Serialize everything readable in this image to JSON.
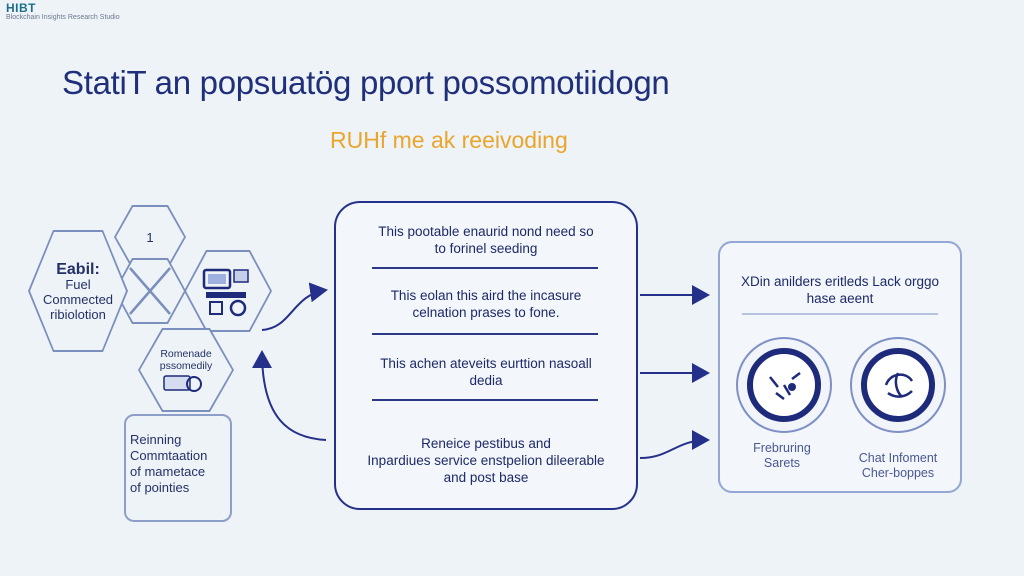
{
  "brand": {
    "name": "HIBT",
    "tagline": "Blockchain Insights Research Studio"
  },
  "title": "StatiT an popsuatög pport possomotiidogn",
  "subtitle": "RUHf me ak reeivoding",
  "left_panel": {
    "top_hex_number": "1",
    "left_hex": {
      "heading": "Eabil:",
      "lines": [
        "Fuel",
        "Commected",
        "ribiolotion"
      ]
    },
    "middle_label": [
      "Romenade",
      "pssomedily"
    ],
    "bottom_box": [
      "Reinning",
      "Commtaation",
      "of mametace",
      "of pointies"
    ]
  },
  "center_steps": [
    [
      "This pootable enaurid nond need so",
      "to forinel seeding"
    ],
    [
      "This eolan this aird the incasure",
      "celnation prases to fone."
    ],
    [
      "This achen ateveits eurttion nasoall",
      "dedia"
    ],
    [
      "Reneice pestibus and",
      "Inpardiues service enstpelion dileerable",
      "and post base"
    ]
  ],
  "right_panel": {
    "header": [
      "XDin anilders eritleds Lack orggo",
      "hase aeent"
    ],
    "items": [
      {
        "label": [
          "Frebruring",
          "Sarets"
        ],
        "icon": "gauge-icon"
      },
      {
        "label": [
          "Chat Infoment",
          "Cher-boppes"
        ],
        "icon": "globe-icon"
      }
    ]
  },
  "colors": {
    "navy": "#1f2f7a",
    "accent_orange": "#e9a52c",
    "brand_teal": "#1c6f8c",
    "outline_blue": "#8d9fc8"
  }
}
